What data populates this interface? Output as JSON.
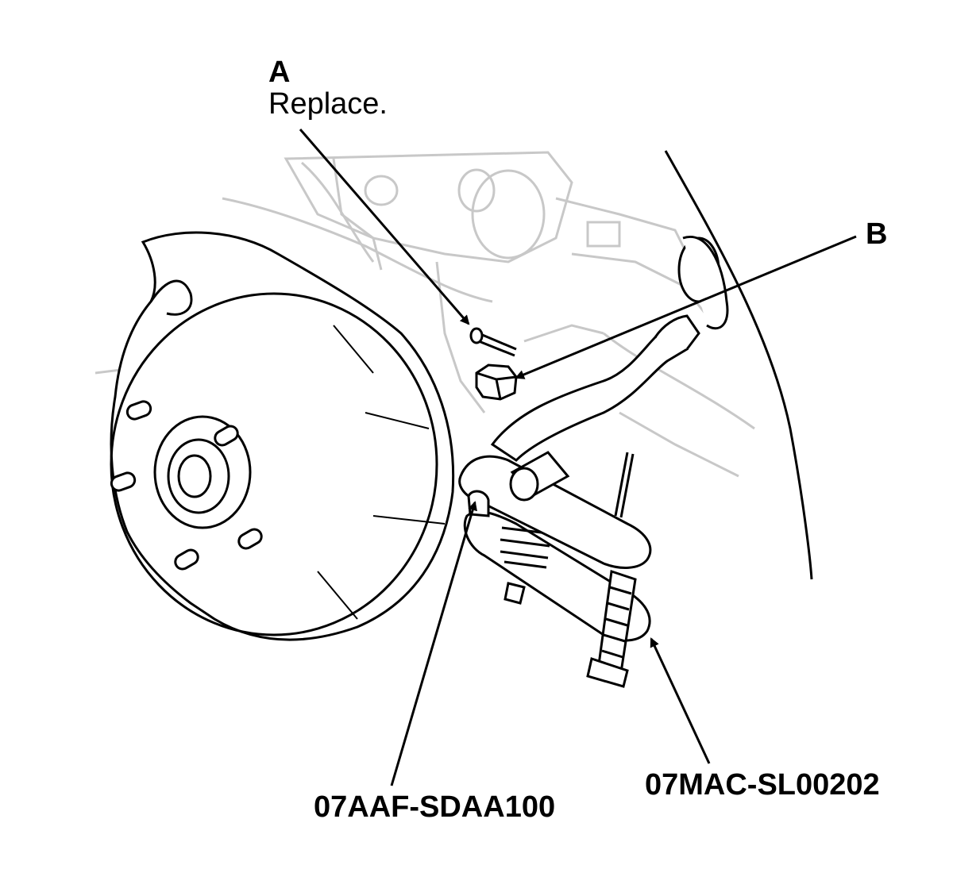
{
  "callouts": {
    "a": {
      "letter": "A",
      "note": "Replace."
    },
    "b": {
      "letter": "B"
    }
  },
  "tools": {
    "separator": "07AAF-SDAA100",
    "remover": "07MAC-SL00202"
  }
}
